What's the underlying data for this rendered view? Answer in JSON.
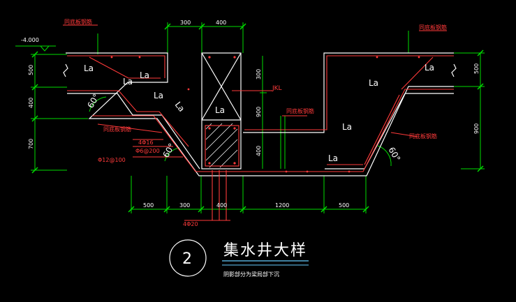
{
  "drawing": {
    "elevation": "-4.000",
    "title": "集水井大样",
    "number": "2",
    "subtitle": "阴影部分为梁局部下沉"
  },
  "labels": {
    "la": "La",
    "jkl": "JKL",
    "rebar_note": "同底板钢筋",
    "angle_60": "60°",
    "bar_4_16": "4Φ16",
    "bar_6_200": "Φ6@200",
    "bar_12_100": "Φ12@100",
    "bar_4_20": "4Φ20"
  },
  "dimensions": {
    "top": [
      "300",
      "400"
    ],
    "bottom": [
      "500",
      "300",
      "400",
      "1200",
      "500"
    ],
    "left_vertical": [
      "500",
      "400",
      "700"
    ],
    "right_vertical": [
      "500",
      "900"
    ],
    "beam_vertical": [
      "300",
      "900",
      "400"
    ]
  },
  "colors": {
    "background": "#000000",
    "outline": "#ffffff",
    "rebar": "#ff3a3a",
    "dimension": "#00dd00",
    "title_underline": "#66ccff"
  }
}
